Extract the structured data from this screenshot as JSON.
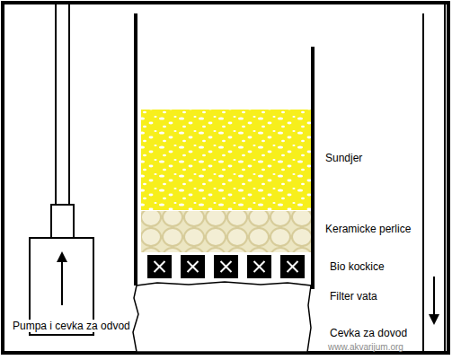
{
  "diagram": {
    "labels": [
      "Sundjer",
      "Keramicke perlice",
      "Bio kockice",
      "Filter vata",
      "Pumpa i cevka za odvod",
      "Cevka za dovod",
      "www.akvarijum.org"
    ]
  }
}
